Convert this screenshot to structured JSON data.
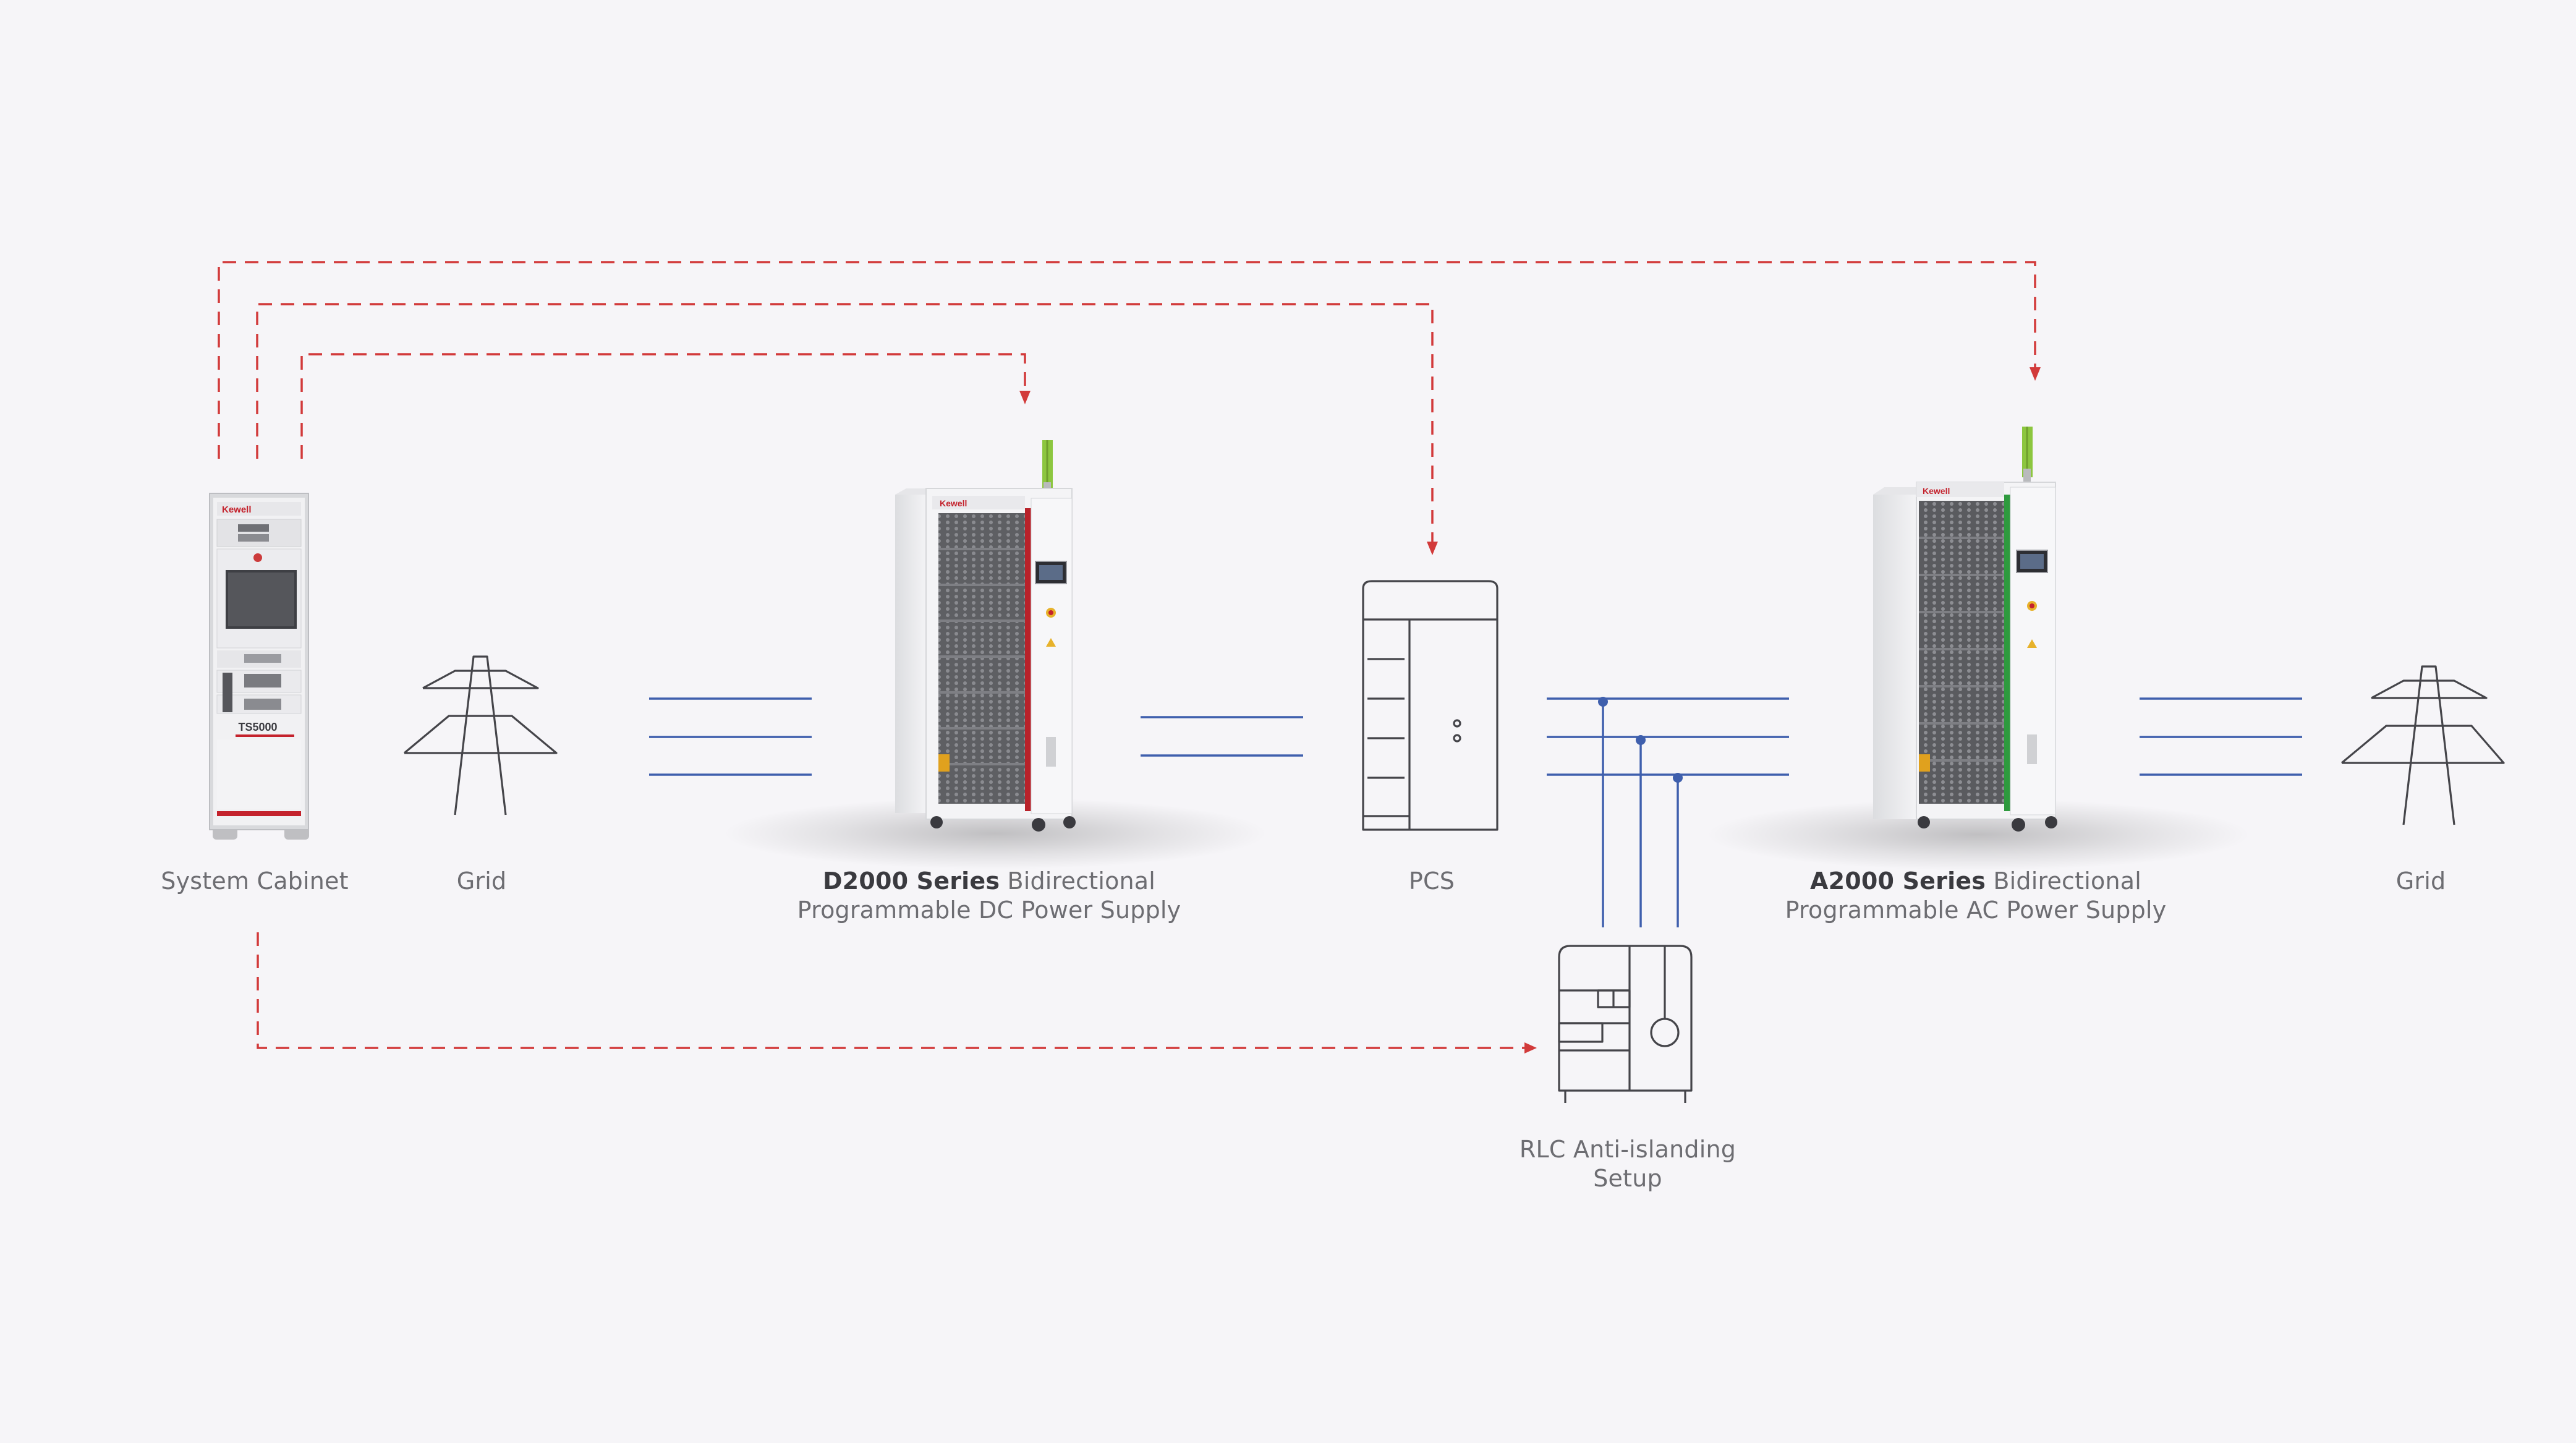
{
  "labels": {
    "system_cabinet": "System Cabinet",
    "grid_left": "Grid",
    "grid_right": "Grid",
    "pcs": "PCS",
    "d2000_bold": "D2000 Series",
    "d2000_rest": " Bidirectional",
    "d2000_line2": "Programmable DC Power Supply",
    "a2000_bold": "A2000 Series",
    "a2000_rest": " Bidirectional",
    "a2000_line2": "Programmable AC Power Supply",
    "rlc_line1": "RLC Anti-islanding",
    "rlc_line2": "Setup"
  },
  "device_markings": {
    "brand": "Kewell",
    "cabinet_model": "TS5000"
  },
  "colors": {
    "background": "#f6f5f8",
    "power_line": "#3f5fad",
    "control_line": "#d23a3a",
    "outline": "#45454a",
    "dc_accent": "#b8222a",
    "ac_accent": "#2e9a3e",
    "beacon": "#8cc63f",
    "label": "#6d6d72"
  },
  "icons": {
    "cabinet": "system-cabinet-image",
    "grid": "transmission-tower-icon",
    "dc_supply": "d2000-cabinet-image",
    "ac_supply": "a2000-cabinet-image",
    "pcs": "pcs-cabinet-icon",
    "rlc": "rlc-load-icon"
  }
}
